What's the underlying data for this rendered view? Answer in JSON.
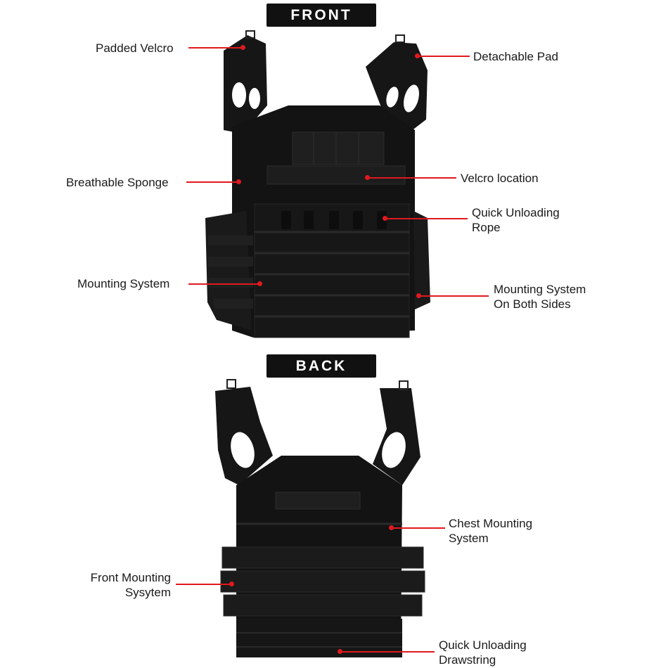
{
  "sections": {
    "front_title": "FRONT",
    "back_title": "BACK"
  },
  "callouts": {
    "padded_velcro": "Padded Velcro",
    "detachable_pad": "Detachable Pad",
    "breathable_sponge": "Breathable Sponge",
    "velcro_location": "Velcro location",
    "quick_unloading_rope_line1": "Quick Unloading",
    "quick_unloading_rope_line2": "Rope",
    "mounting_system": "Mounting System",
    "mounting_both_sides_line1": "Mounting System",
    "mounting_both_sides_line2": "On Both Sides",
    "chest_mounting_line1": "Chest Mounting",
    "chest_mounting_line2": "System",
    "front_mounting_line1": "Front Mounting",
    "front_mounting_line2": "Sysytem",
    "quick_unloading_drawstring_line1": "Quick Unloading",
    "quick_unloading_drawstring_line2": "Drawstring"
  },
  "colors": {
    "accent_line": "#e0191e",
    "badge_bg": "#111111",
    "vest": "#141414"
  }
}
